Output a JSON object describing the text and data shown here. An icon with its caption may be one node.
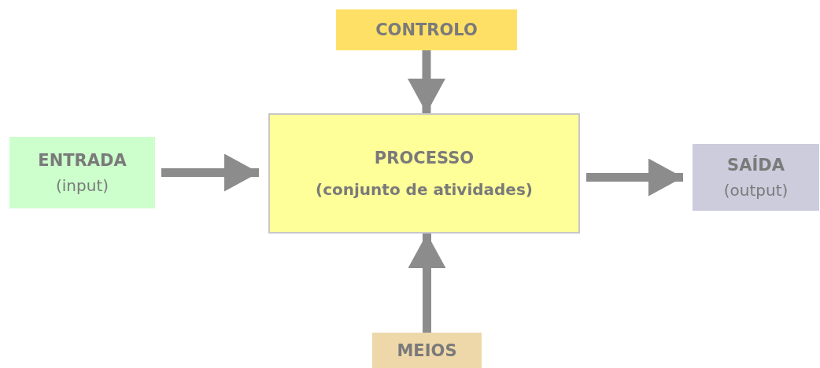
{
  "diagram": {
    "nodes": [
      {
        "text": [
          "CONTROLO"
        ]
      },
      {
        "text": [
          "ENTRADA",
          "(input)"
        ]
      },
      {
        "text": [
          "PROCESSO",
          "(conjunto de atividades)"
        ]
      },
      {
        "text": [
          "SAÍDA",
          "(output)"
        ]
      },
      {
        "text": [
          "MEIOS"
        ]
      }
    ],
    "edges": [
      {
        "from": 1,
        "to": 2,
        "arrow": "to"
      },
      {
        "from": 2,
        "to": 3,
        "arrow": "to"
      },
      {
        "from": 0,
        "to": 2,
        "arrow": "to"
      },
      {
        "from": 4,
        "to": 2,
        "arrow": "to"
      }
    ]
  }
}
